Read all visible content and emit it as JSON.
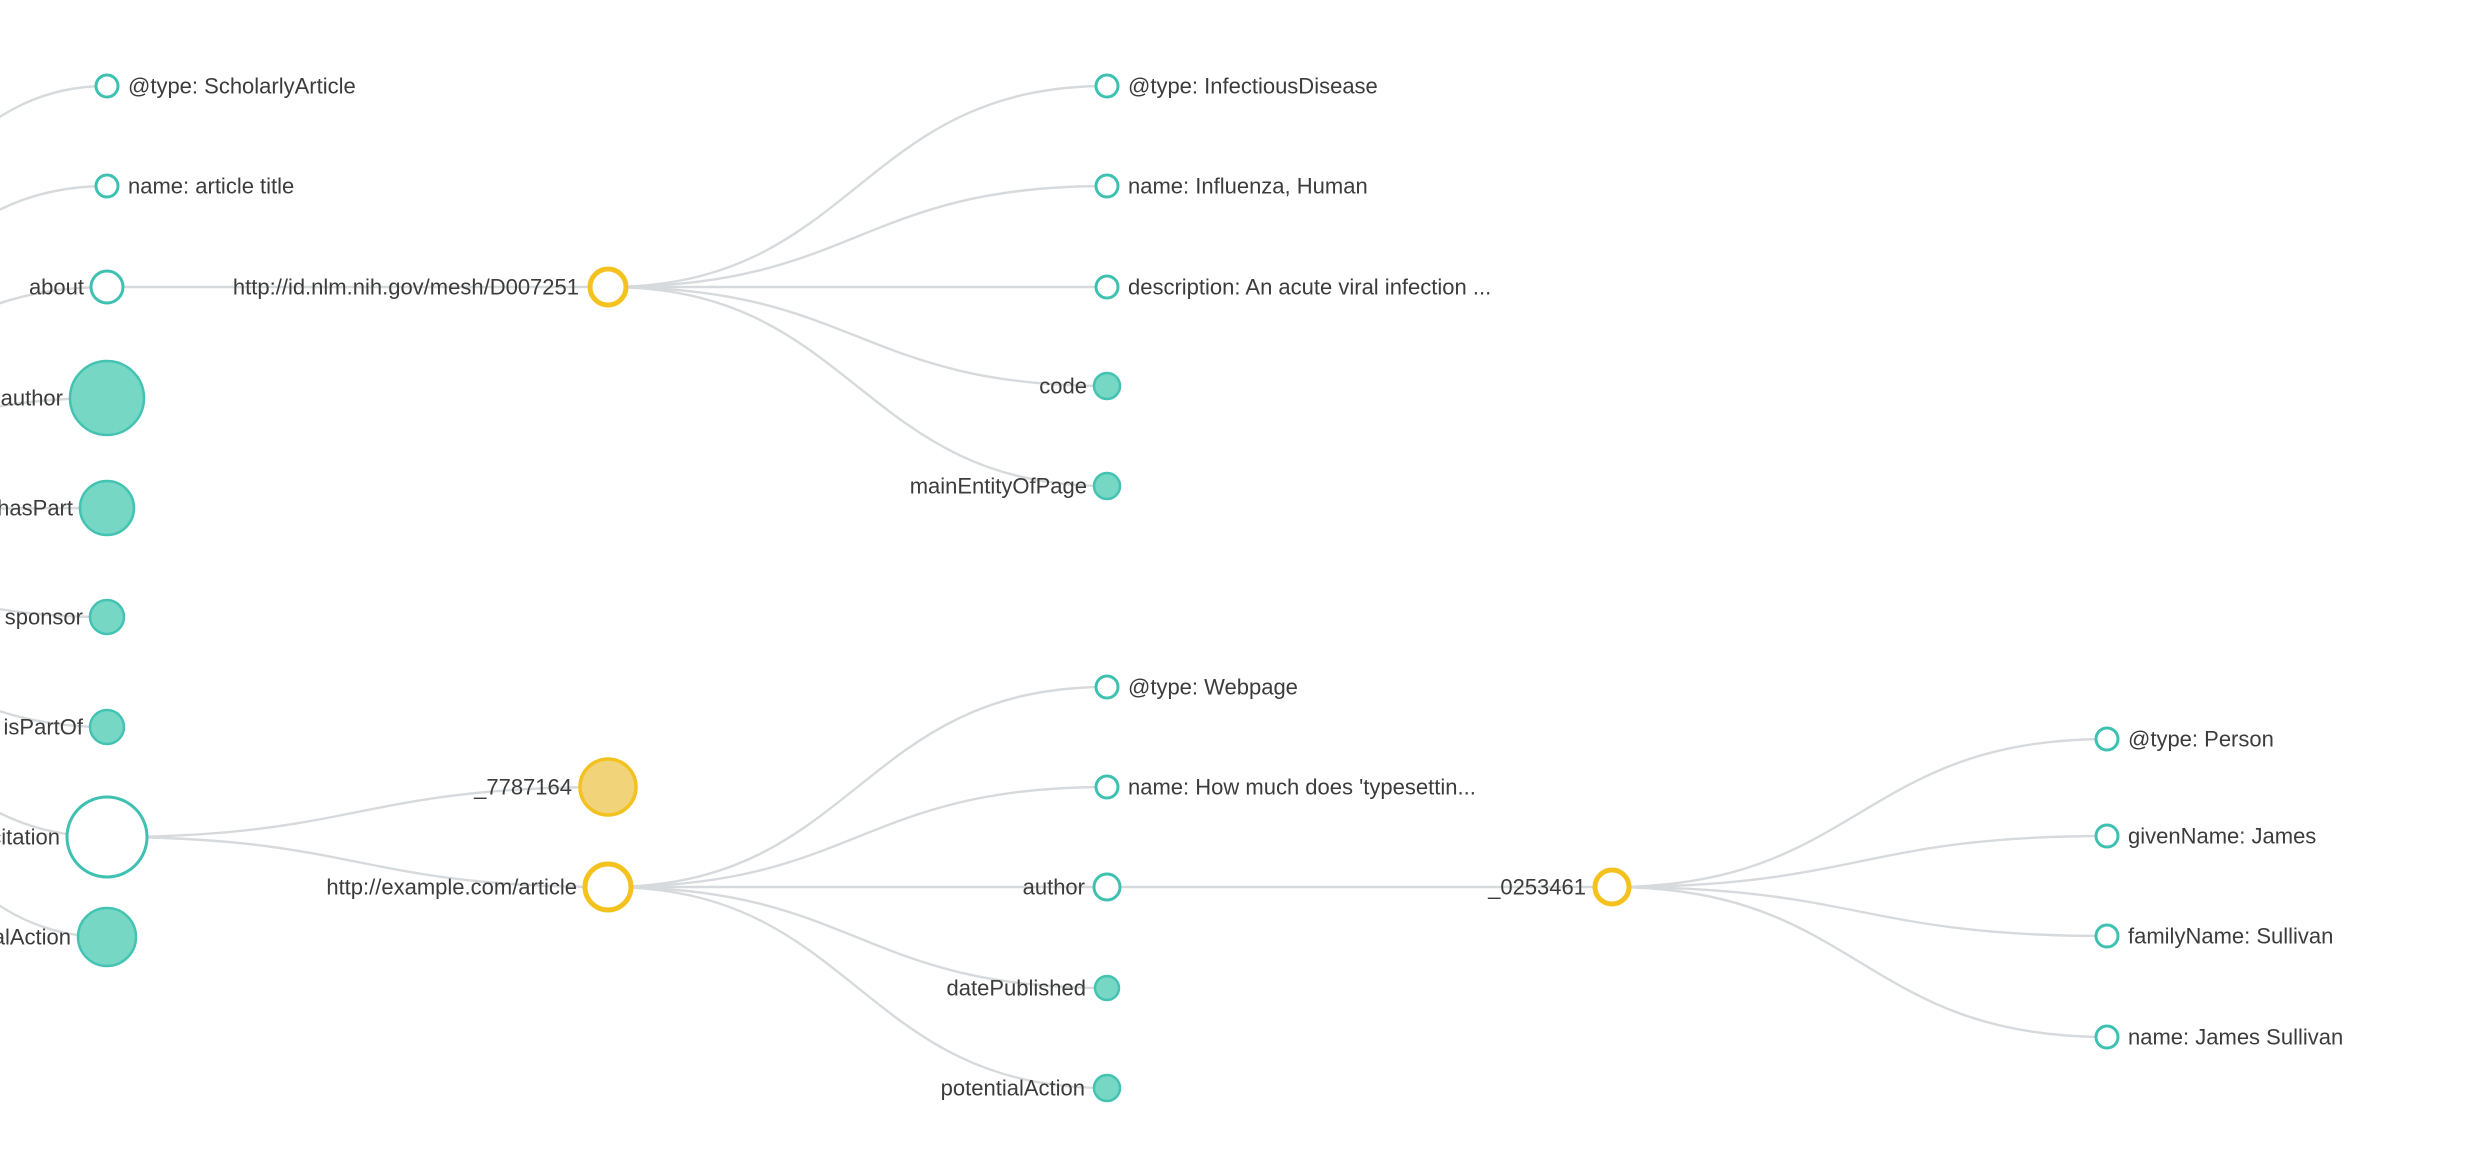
{
  "app": {
    "view": "json-ld-tree-visualization",
    "background": "#ffffff"
  },
  "colors": {
    "teal_stroke": "#3fc1b2",
    "teal_fill": "#76d7c5",
    "yellow_stroke": "#f4c21f",
    "yellow_fill": "#f1d37a",
    "edge": "#d7dadd",
    "text": "#3c3c3c"
  },
  "graph": {
    "scholarly": {
      "type_row": "@type: ScholarlyArticle",
      "name_row": "name: article title",
      "props": {
        "about": "about",
        "author": "author",
        "hasPart": "hasPart",
        "sponsor": "sponsor",
        "isPartOf": "isPartOf",
        "citation": "citation",
        "potentialAction": "potentialAction"
      }
    },
    "mesh": {
      "uri": "http://id.nlm.nih.gov/mesh/D007251",
      "type_row": "@type: InfectiousDisease",
      "name_row": "name: Influenza, Human",
      "description_row": "description: An acute viral infection ...",
      "props": {
        "code": "code",
        "mainEntityOfPage": "mainEntityOfPage"
      }
    },
    "citation_children": {
      "blank_node": "_7787164",
      "article_uri": "http://example.com/article"
    },
    "webpage": {
      "type_row": "@type: Webpage",
      "name_row": "name: How much does 'typesettin...",
      "props": {
        "author": "author",
        "datePublished": "datePublished",
        "potentialAction": "potentialAction"
      }
    },
    "person": {
      "blank_node": "_0253461",
      "type_row": "@type: Person",
      "givenName_row": "givenName: James",
      "familyName_row": "familyName: Sullivan",
      "name_row": "name: James Sullivan"
    }
  }
}
